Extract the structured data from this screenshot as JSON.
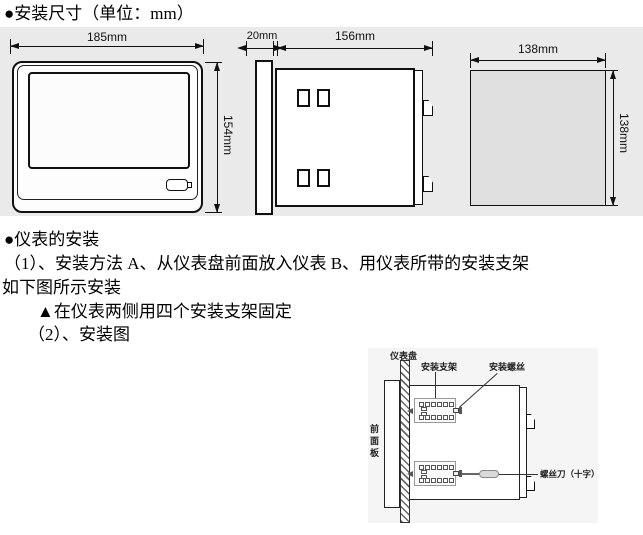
{
  "titles": {
    "dimensions": "●安装尺寸（单位：mm）",
    "installation": "●仪表的安装"
  },
  "paragraphs": {
    "method": "（1）、安装方法 A、从仪表盘前面放入仪表 B、用仪表所带的安装支架",
    "method2": "如下图所示安装",
    "note": "▲在仪表两侧用四个安装支架固定",
    "figure": "（2）、安装图"
  },
  "front_view": {
    "width": "185mm",
    "height": "154mm"
  },
  "side_view": {
    "bezel_depth": "20mm",
    "body_depth": "156mm"
  },
  "panel_cutout": {
    "width": "138mm",
    "height": "138mm"
  },
  "diagram": {
    "panel": "仪表盘",
    "bracket": "安装支架",
    "screw": "安装螺丝",
    "front_panel": "前面板",
    "screwdriver": "螺丝刀（十字）"
  },
  "colors": {
    "figure_strip_bg": "#eaeaea",
    "cutout_fill": "#e0e0e0",
    "diagram_bg": "#f5f5f5",
    "line": "#111111"
  }
}
